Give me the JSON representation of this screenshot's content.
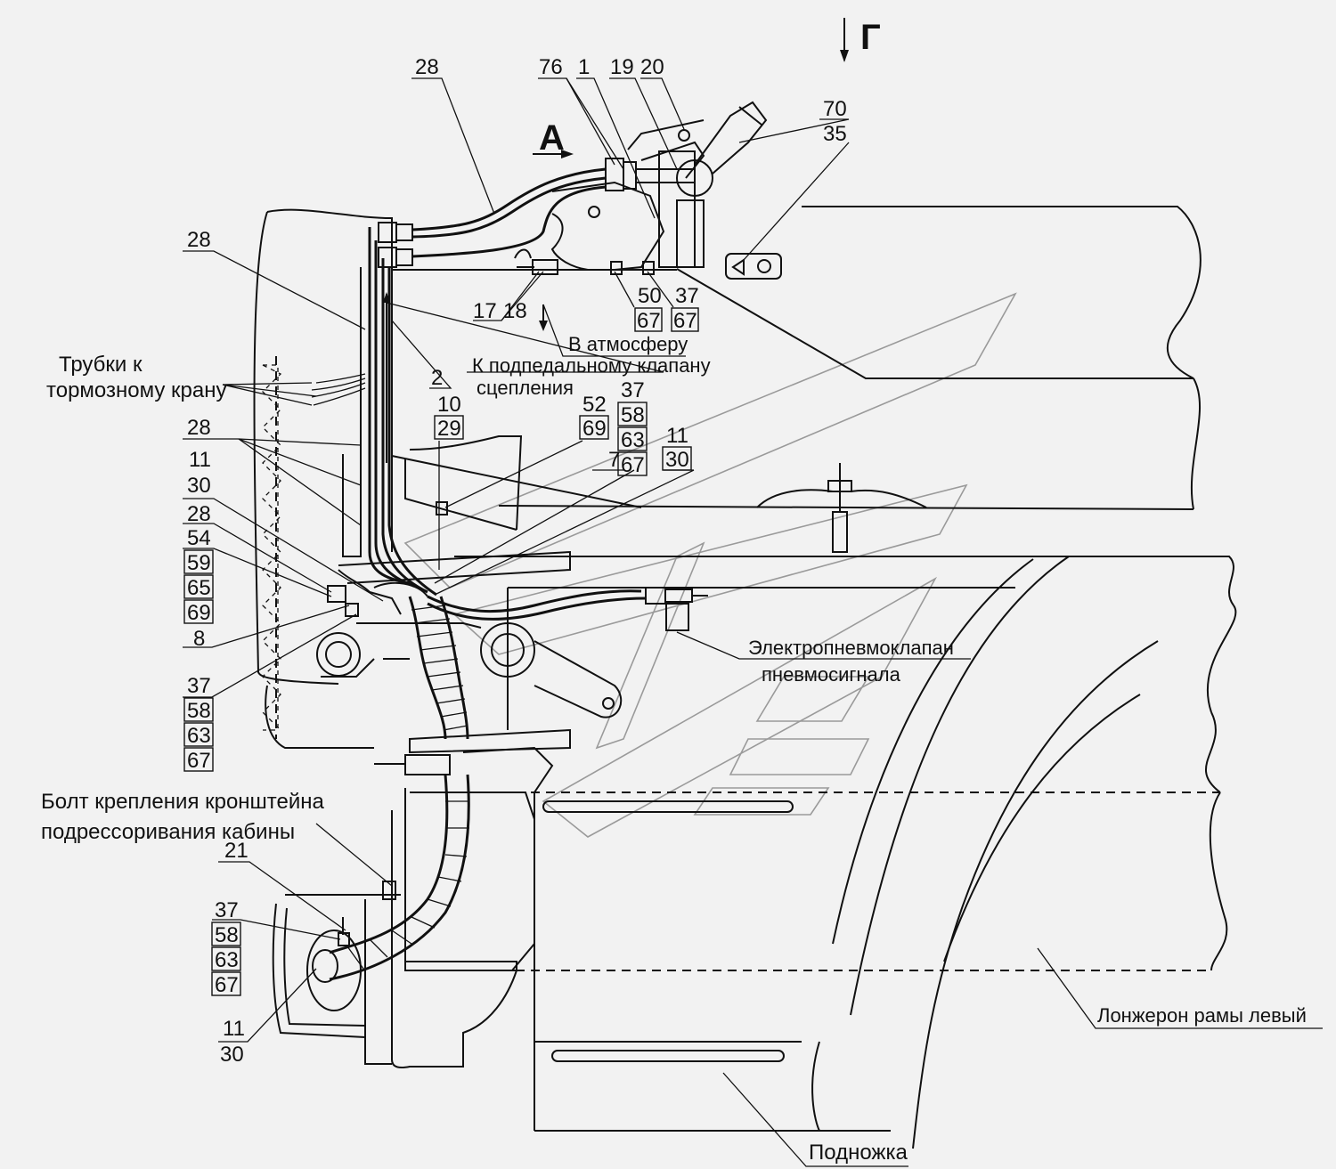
{
  "labels": {
    "g_view": "Г",
    "a_view": "А",
    "tubes_1": "Трубки к",
    "tubes_2": "тормозному крану",
    "atmosphere": "В атмосферу",
    "clutch_1": "К подпедальному клапану",
    "clutch_2": "сцепления",
    "valve_1": "Электропневмоклапан",
    "valve_2": "пневмосигнала",
    "bolt_1": "Болт крепления кронштейна",
    "bolt_2": "подрессоривания кабины",
    "frame": "Лонжерон рамы левый",
    "step": "Подножка"
  },
  "callouts": {
    "c28a": "28",
    "c76": "76",
    "c1": "1",
    "c19": "19",
    "c20": "20",
    "c70": "70",
    "c35": "35",
    "c28b": "28",
    "c17": "17",
    "c18": "18",
    "c50": "50",
    "c67a": "67",
    "c37a": "37",
    "c67b": "67",
    "c2": "2",
    "c10": "10",
    "c29": "29",
    "c52": "52",
    "c69a": "69",
    "c37b": "37",
    "c58a": "58",
    "c63a": "63",
    "c67c": "67",
    "c7": "7",
    "c11a": "11",
    "c30a": "30",
    "c28c": "28",
    "c11b": "11",
    "c30b": "30",
    "c28d": "28",
    "c54": "54",
    "c59": "59",
    "c65": "65",
    "c69b": "69",
    "c8": "8",
    "c37c": "37",
    "c58b": "58",
    "c63b": "63",
    "c67d": "67",
    "c21": "21",
    "c37d": "37",
    "c58c": "58",
    "c63c": "63",
    "c67e": "67",
    "c11c": "11",
    "c30c": "30"
  }
}
